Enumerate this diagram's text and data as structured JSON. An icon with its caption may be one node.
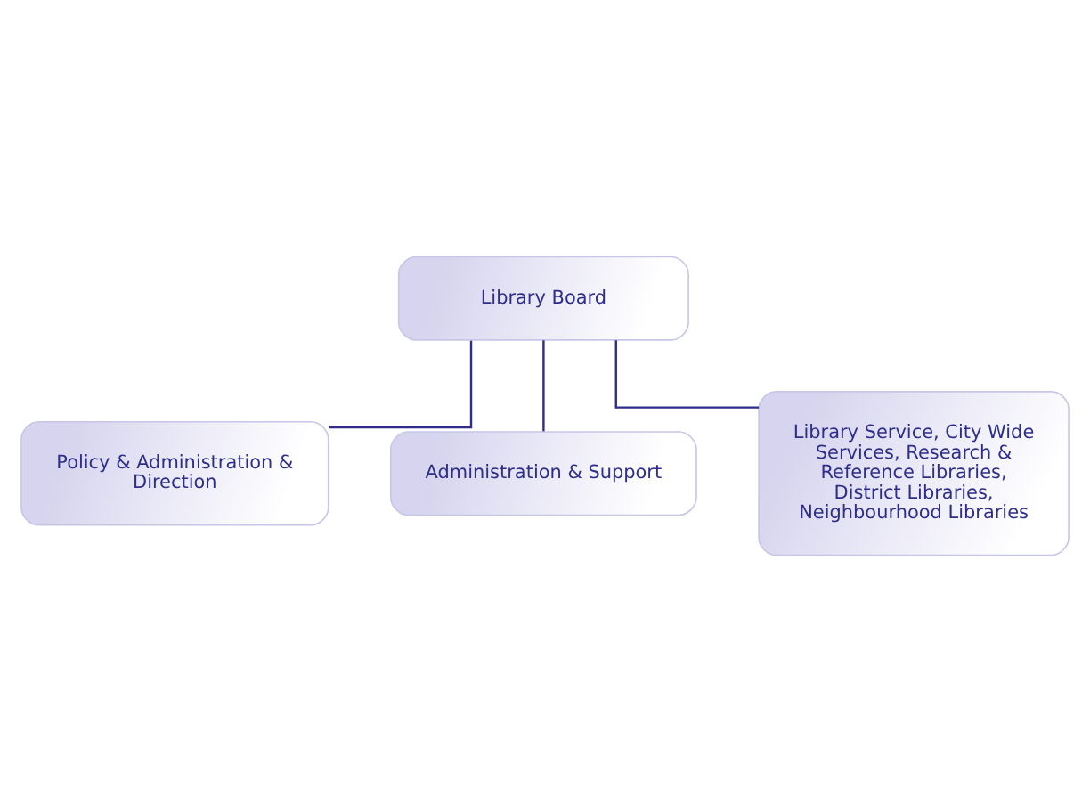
{
  "diagram": {
    "nodes": [
      {
        "text": [
          "Library Board"
        ]
      },
      {
        "text": [
          "Policy & Administration & Direction"
        ]
      },
      {
        "text": [
          "Administration & Support"
        ]
      },
      {
        "text": [
          "Library Service, City Wide Services, Research & Reference Libraries, District Libraries, Neighbourhood Libraries"
        ]
      }
    ],
    "edges": [
      {
        "from": 0,
        "to": 1,
        "arrow": "none"
      },
      {
        "from": 0,
        "to": 2,
        "arrow": "none"
      },
      {
        "from": 0,
        "to": 3,
        "arrow": "none"
      }
    ]
  }
}
